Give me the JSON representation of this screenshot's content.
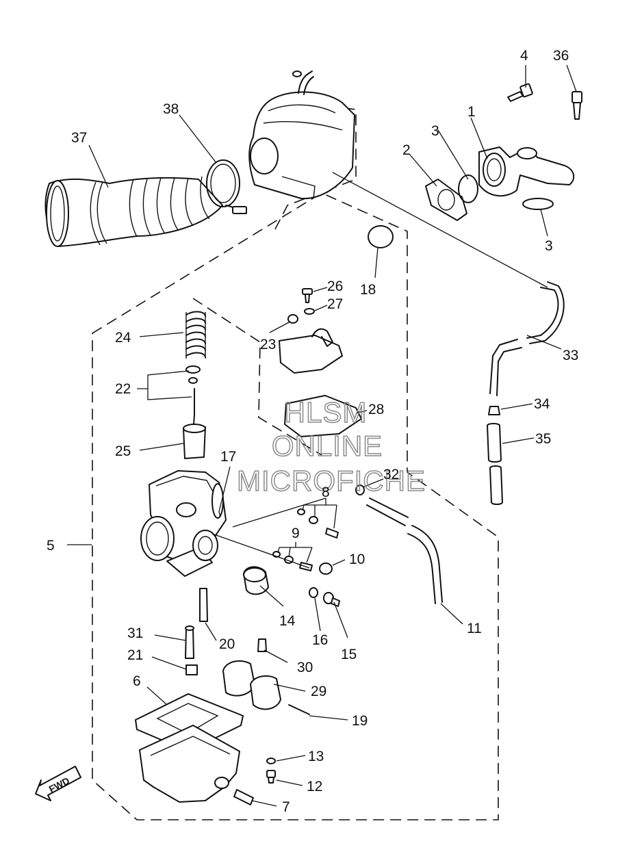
{
  "watermark": {
    "line1": "HLSM",
    "line2": "ONLINE",
    "line3": "MICROFICHE"
  },
  "direction_label": "FWD",
  "callouts": {
    "n1": "1",
    "n2": "2",
    "n3a": "3",
    "n3b": "3",
    "n4": "4",
    "n5": "5",
    "n6": "6",
    "n7": "7",
    "n8": "8",
    "n9": "9",
    "n10": "10",
    "n11": "11",
    "n12": "12",
    "n13": "13",
    "n14": "14",
    "n15": "15",
    "n16": "16",
    "n17": "17",
    "n18": "18",
    "n19": "19",
    "n20": "20",
    "n21": "21",
    "n22": "22",
    "n23": "23",
    "n24": "24",
    "n25": "25",
    "n26": "26",
    "n27": "27",
    "n28": "28",
    "n29": "29",
    "n30": "30",
    "n31": "31",
    "n32": "32",
    "n33": "33",
    "n34": "34",
    "n35": "35",
    "n36": "36",
    "n37": "37",
    "n38": "38"
  }
}
